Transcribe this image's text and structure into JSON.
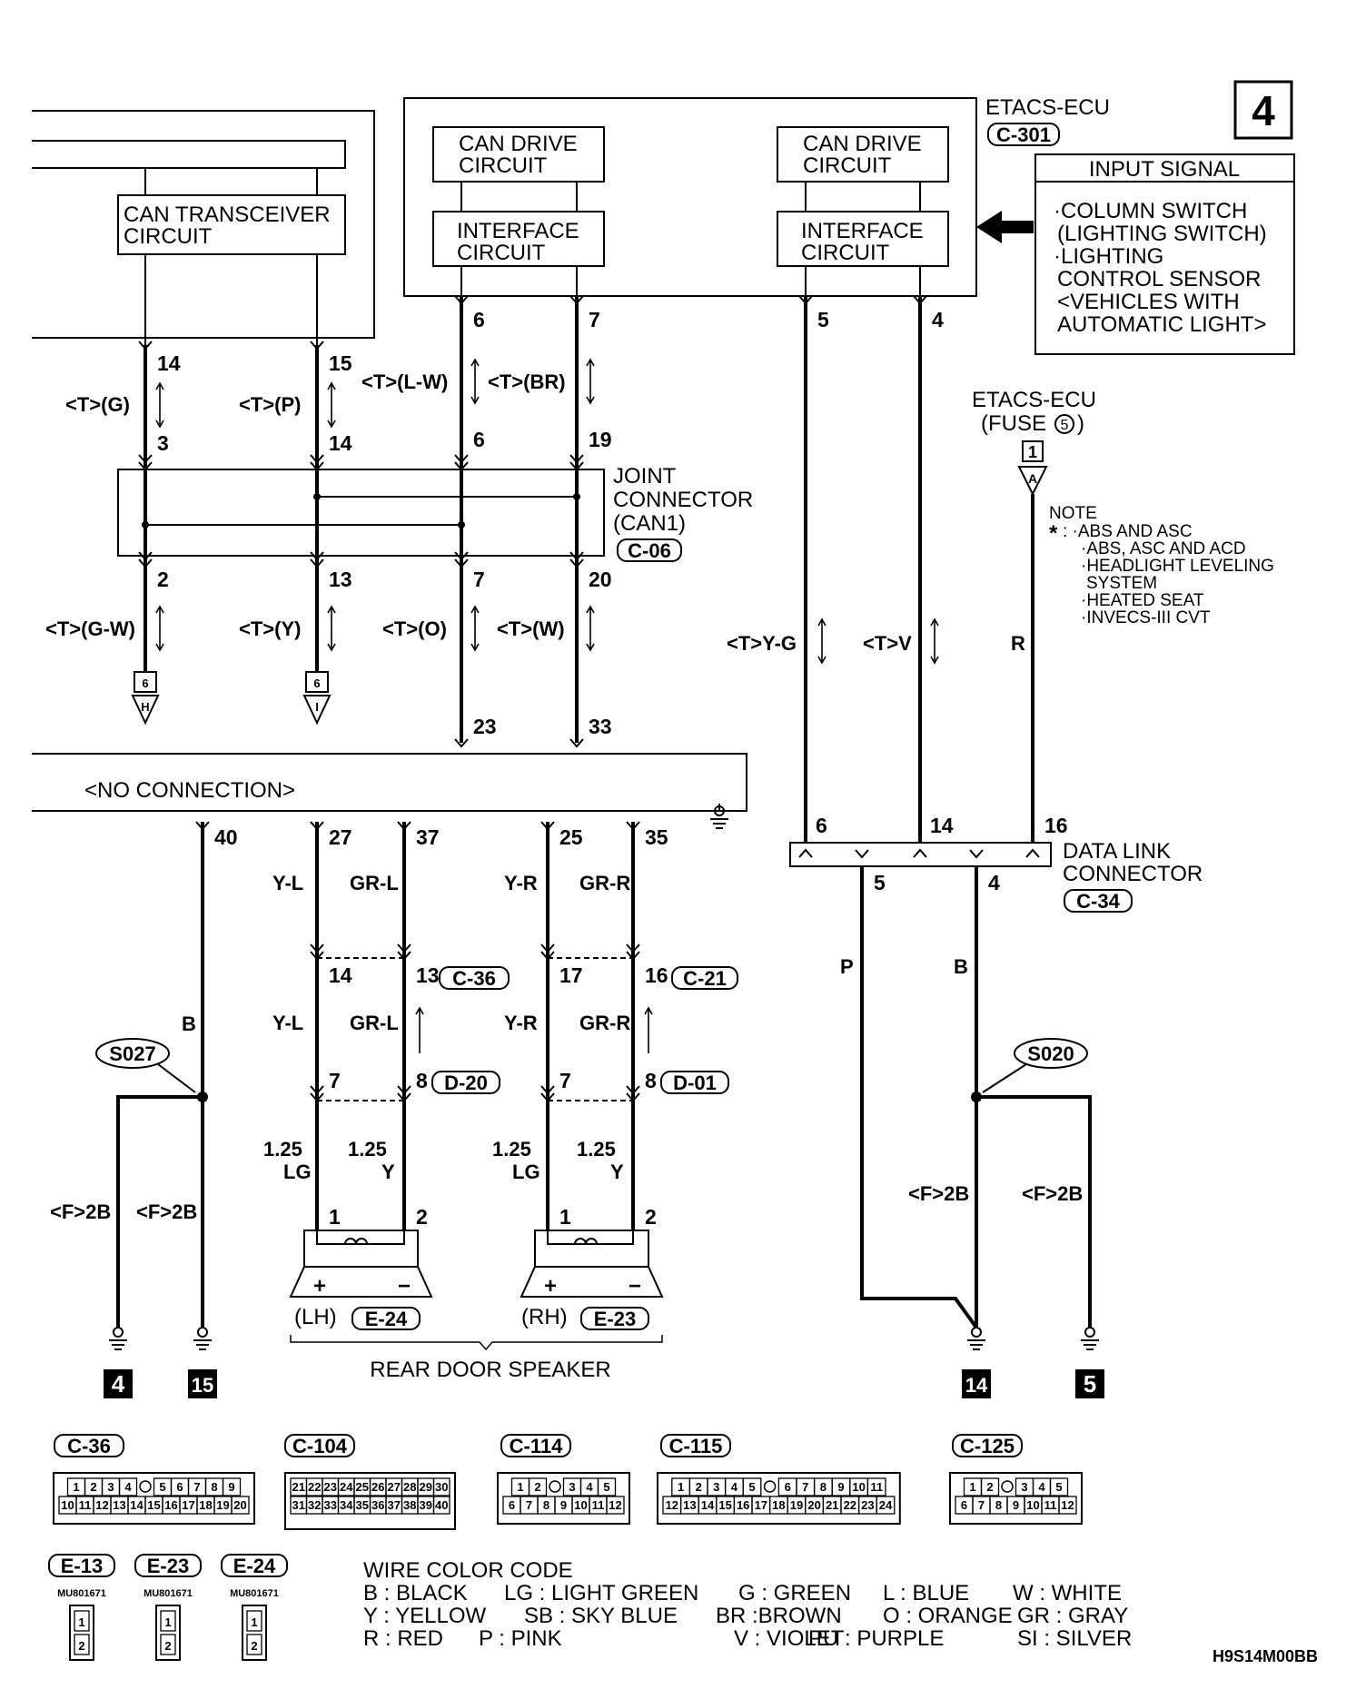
{
  "page_number": "4",
  "etacs_top": {
    "title": "ETACS-ECU",
    "connector": "C-301"
  },
  "can_drive_left": [
    "CAN DRIVE",
    "CIRCUIT"
  ],
  "can_drive_right": [
    "CAN DRIVE",
    "CIRCUIT"
  ],
  "interface_left": [
    "INTERFACE",
    "CIRCUIT"
  ],
  "interface_right": [
    "INTERFACE",
    "CIRCUIT"
  ],
  "can_transceiver": [
    "CAN TRANSCEIVER",
    "CIRCUIT"
  ],
  "input_signal": {
    "title": "INPUT SIGNAL",
    "lines": [
      "·COLUMN SWITCH",
      "(LIGHTING SWITCH)",
      "·LIGHTING",
      "CONTROL SENSOR",
      "<VEHICLES WITH",
      "AUTOMATIC LIGHT>"
    ]
  },
  "etacs_fuse": {
    "line1": "ETACS-ECU",
    "line2": "(FUSE",
    "fuse_no": "5",
    "line2_end": ")",
    "pin": "1",
    "ref": "A"
  },
  "note": {
    "title": "NOTE",
    "star": "*",
    "lines": [
      ": ·ABS AND ASC",
      "·ABS, ASC AND ACD",
      "·HEADLIGHT LEVELING",
      "SYSTEM",
      "·HEATED SEAT",
      "·INVECS-III CVT"
    ]
  },
  "joint_connector": {
    "lines": [
      "JOINT",
      "CONNECTOR",
      "(CAN1)"
    ],
    "connector": "C-06"
  },
  "wires_upper": [
    {
      "pin_top": "14",
      "label": "<T>(G)",
      "pin_bottom": "3"
    },
    {
      "pin_top": "15",
      "label": "<T>(P)",
      "pin_bottom": "14"
    },
    {
      "pin_top": "6",
      "label": "<T>(L-W)",
      "pin_bottom": "6"
    },
    {
      "pin_top": "7",
      "label": "<T>(BR)",
      "pin_bottom": "19"
    }
  ],
  "wires_lower": [
    {
      "pin_top": "2",
      "label": "<T>(G-W)",
      "terminal_page": "6",
      "terminal_ref": "H"
    },
    {
      "pin_top": "13",
      "label": "<T>(Y)",
      "terminal_page": "6",
      "terminal_ref": "I"
    },
    {
      "pin_top": "7",
      "label": "<T>(O)",
      "pin_bottom": "23"
    },
    {
      "pin_top": "20",
      "label": "<T>(W)",
      "pin_bottom": "33"
    }
  ],
  "right_wires": [
    {
      "pin_top": "5",
      "label": "<T>Y-G",
      "pin_bottom": "6"
    },
    {
      "pin_top": "4",
      "label": "<T>V",
      "pin_bottom": "14"
    },
    {
      "label": "R",
      "pin_bottom": "16"
    }
  ],
  "no_connection": "<NO CONNECTION>",
  "data_link": {
    "lines": [
      "DATA LINK",
      "CONNECTOR"
    ],
    "connector": "C-34",
    "pin_left": "5",
    "pin_right": "4",
    "wire_left": "P",
    "wire_right": "B"
  },
  "lower_pins": {
    "p40": "40",
    "p27": "27",
    "p37": "37",
    "p25": "25",
    "p35": "35"
  },
  "lower_wires": {
    "w40": "B",
    "w27": "Y-L",
    "w37": "GR-L",
    "w25": "Y-R",
    "w35": "GR-R"
  },
  "c36_row": {
    "a": "14",
    "b": "13",
    "conn": "C-36",
    "c": "17",
    "d": "16",
    "conn2": "C-21"
  },
  "mid_wires": {
    "a": "Y-L",
    "b": "GR-L",
    "c": "Y-R",
    "d": "GR-R"
  },
  "d_row": {
    "a": "7",
    "b": "8",
    "conn": "D-20",
    "c": "7",
    "d": "8",
    "conn2": "D-01"
  },
  "speaker_wires": {
    "a1": "1.25",
    "a2": "LG",
    "b1": "1.25",
    "b2": "Y",
    "c1": "1.25",
    "c2": "LG",
    "d1": "1.25",
    "d2": "Y"
  },
  "speaker_pins": {
    "a": "1",
    "b": "2",
    "c": "1",
    "d": "2"
  },
  "speaker_lh": {
    "side": "(LH)",
    "connector": "E-24",
    "plus": "+",
    "minus": "−"
  },
  "speaker_rh": {
    "side": "(RH)",
    "connector": "E-23",
    "plus": "+",
    "minus": "−"
  },
  "speaker_caption": "REAR DOOR SPEAKER",
  "splices": {
    "left": "S027",
    "right": "S020"
  },
  "ground_wires": {
    "a": "<F>2B",
    "b": "<F>2B",
    "c": "<F>2B",
    "d": "<F>2B"
  },
  "grounds": [
    "4",
    "15",
    "14",
    "5"
  ],
  "connector_views": {
    "c36": {
      "name": "C-36",
      "row1": [
        "1",
        "2",
        "3",
        "4",
        "",
        "5",
        "6",
        "7",
        "8",
        "9"
      ],
      "row2": [
        "10",
        "11",
        "12",
        "13",
        "14",
        "15",
        "16",
        "17",
        "18",
        "19",
        "20"
      ]
    },
    "c104": {
      "name": "C-104",
      "row1": [
        "21",
        "22",
        "23",
        "24",
        "25",
        "26",
        "27",
        "28",
        "29",
        "30"
      ],
      "row2": [
        "31",
        "32",
        "33",
        "34",
        "35",
        "36",
        "37",
        "38",
        "39",
        "40"
      ]
    },
    "c114": {
      "name": "C-114",
      "row1": [
        "1",
        "2",
        "",
        "3",
        "4",
        "5"
      ],
      "row2": [
        "6",
        "7",
        "8",
        "9",
        "10",
        "11",
        "12"
      ]
    },
    "c115": {
      "name": "C-115",
      "row1": [
        "1",
        "2",
        "3",
        "4",
        "5",
        "",
        "6",
        "7",
        "8",
        "9",
        "10",
        "11"
      ],
      "row2": [
        "12",
        "13",
        "14",
        "15",
        "16",
        "17",
        "18",
        "19",
        "20",
        "21",
        "22",
        "23",
        "24"
      ]
    },
    "c125": {
      "name": "C-125",
      "row1": [
        "1",
        "2",
        "",
        "3",
        "4",
        "5"
      ],
      "row2": [
        "6",
        "7",
        "8",
        "9",
        "10",
        "11",
        "12"
      ]
    },
    "e13": {
      "name": "E-13",
      "part": "MU801671",
      "pins": [
        "1",
        "2"
      ]
    },
    "e23": {
      "name": "E-23",
      "part": "MU801671",
      "pins": [
        "1",
        "2"
      ]
    },
    "e24": {
      "name": "E-24",
      "part": "MU801671",
      "pins": [
        "1",
        "2"
      ]
    }
  },
  "wire_color_code": {
    "title": "WIRE COLOR CODE",
    "rows": [
      [
        "B : BLACK",
        "LG : LIGHT GREEN",
        "G : GREEN",
        "L : BLUE",
        "W : WHITE"
      ],
      [
        "Y : YELLOW",
        "SB : SKY BLUE",
        "BR :BROWN",
        "O : ORANGE",
        "GR : GRAY"
      ],
      [
        "R : RED",
        "P : PINK",
        "V : VIOLET",
        "PU : PURPLE",
        "SI : SILVER"
      ]
    ]
  },
  "drawing_code": "H9S14M00BB"
}
